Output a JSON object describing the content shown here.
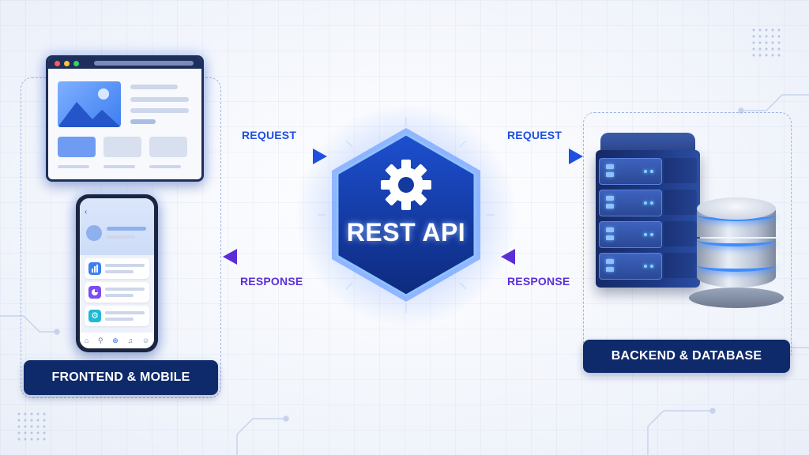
{
  "center": {
    "title": "REST API",
    "icon": "gear-icon"
  },
  "left": {
    "label": "FRONTEND & MOBILE",
    "request_label": "REQUEST",
    "response_label": "RESPONSE"
  },
  "right": {
    "label": "BACKEND & DATABASE",
    "request_label": "REQUEST",
    "response_label": "RESPONSE"
  },
  "colors": {
    "request": "#1f4fe0",
    "response": "#5b2fd6",
    "hex_fill": "#123a9a",
    "pill": "#0f2a6b"
  }
}
